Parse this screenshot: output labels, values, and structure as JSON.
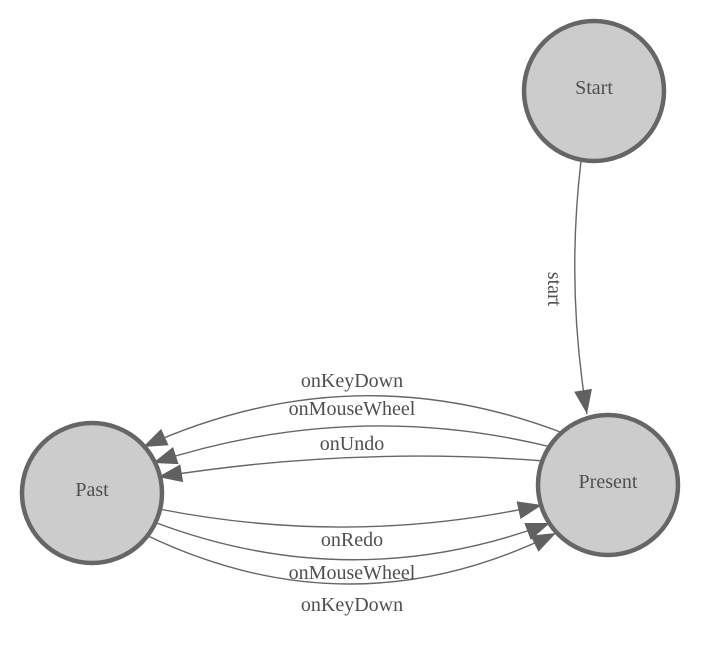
{
  "diagram": {
    "type": "state-diagram",
    "background_color": "#ffffff",
    "colors": {
      "node_fill": "#cccccc",
      "node_stroke": "#666666",
      "edge_stroke": "#666666",
      "arrow_fill": "#616161",
      "label_text": "#4f4f4f"
    },
    "nodes": [
      {
        "id": "start",
        "label": "Start"
      },
      {
        "id": "past",
        "label": "Past"
      },
      {
        "id": "present",
        "label": "Present"
      }
    ],
    "edges": [
      {
        "from": "start",
        "to": "present",
        "label": "start"
      },
      {
        "from": "present",
        "to": "past",
        "label": "onKeyDown"
      },
      {
        "from": "present",
        "to": "past",
        "label": "onMouseWheel"
      },
      {
        "from": "present",
        "to": "past",
        "label": "onUndo"
      },
      {
        "from": "past",
        "to": "present",
        "label": "onRedo"
      },
      {
        "from": "past",
        "to": "present",
        "label": "onMouseWheel"
      },
      {
        "from": "past",
        "to": "present",
        "label": "onKeyDown"
      }
    ]
  }
}
